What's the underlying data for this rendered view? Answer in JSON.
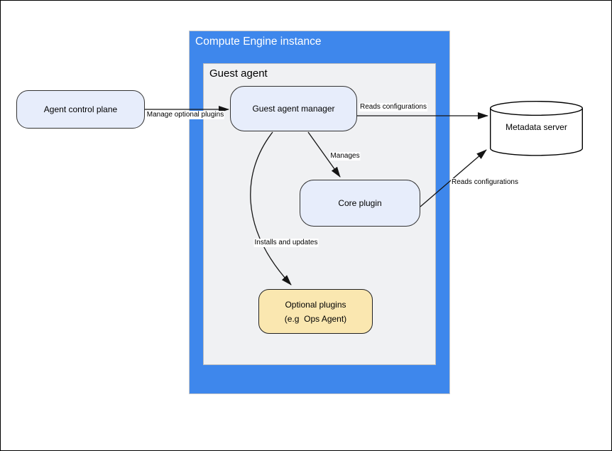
{
  "containers": {
    "compute_engine": {
      "title": "Compute Engine instance",
      "fill": "#3E87EC"
    },
    "guest_agent": {
      "title": "Guest agent",
      "fill": "#F0F1F3"
    }
  },
  "nodes": {
    "agent_control_plane": {
      "label": "Agent control plane",
      "fill": "#E7EDFB",
      "shape": "rounded-rect"
    },
    "guest_agent_manager": {
      "label": "Guest agent manager",
      "fill": "#E7EDFB",
      "shape": "rounded-rect"
    },
    "core_plugin": {
      "label": "Core plugin",
      "fill": "#E7EDFB",
      "shape": "rounded-rect"
    },
    "optional_plugins": {
      "line1": "Optional plugins",
      "line2": "(e.g  Ops Agent)",
      "fill": "#FAE7B0",
      "shape": "rounded-rect"
    },
    "metadata_server": {
      "label": "Metadata server",
      "fill": "#FFFFFF",
      "shape": "cylinder"
    }
  },
  "edges": [
    {
      "id": "manage-optional-plugins",
      "label": "Manage optional plugins",
      "from": "agent_control_plane",
      "to": "guest_agent_manager"
    },
    {
      "id": "reads-configurations-manager",
      "label": "Reads configurations",
      "from": "guest_agent_manager",
      "to": "metadata_server"
    },
    {
      "id": "manages",
      "label": "Manages",
      "from": "guest_agent_manager",
      "to": "core_plugin"
    },
    {
      "id": "reads-configurations-core",
      "label": "Reads configurations",
      "from": "core_plugin",
      "to": "metadata_server"
    },
    {
      "id": "installs-and-updates",
      "label": "Installs and updates",
      "from": "guest_agent_manager",
      "to": "optional_plugins"
    }
  ],
  "colors": {
    "container_blue": "#3E87EC",
    "container_gray": "#F0F1F3",
    "node_blue_fill": "#E7EDFB",
    "node_yellow_fill": "#FAE7B0",
    "arrow": "#141414"
  }
}
